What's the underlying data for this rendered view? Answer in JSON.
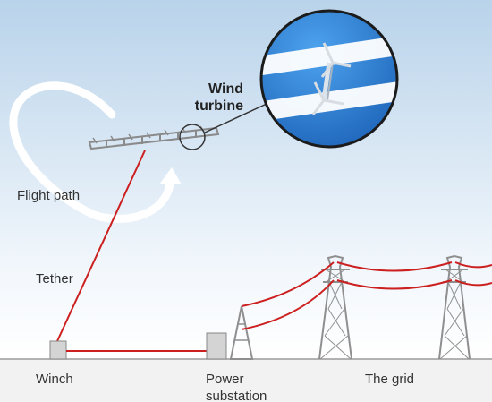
{
  "labels": {
    "wind_turbine_line1": "Wind",
    "wind_turbine_line2": "turbine",
    "flight_path": "Flight path",
    "tether": "Tether",
    "winch": "Winch",
    "power_substation_line1": "Power",
    "power_substation_line2": "substation",
    "the_grid": "The grid"
  },
  "colors": {
    "sky_top": "#b9d3ea",
    "sky_bottom": "#ffffff",
    "ground": "#f2f2f2",
    "cable": "#cc1f1f",
    "tower": "#8f8f8f",
    "zoom_blue": "#2b7fd2",
    "text": "#333333"
  },
  "icons": [
    "flight-path-arrow-icon",
    "kite-turbine-array-icon",
    "zoom-lens-icon",
    "pylon-icon"
  ]
}
